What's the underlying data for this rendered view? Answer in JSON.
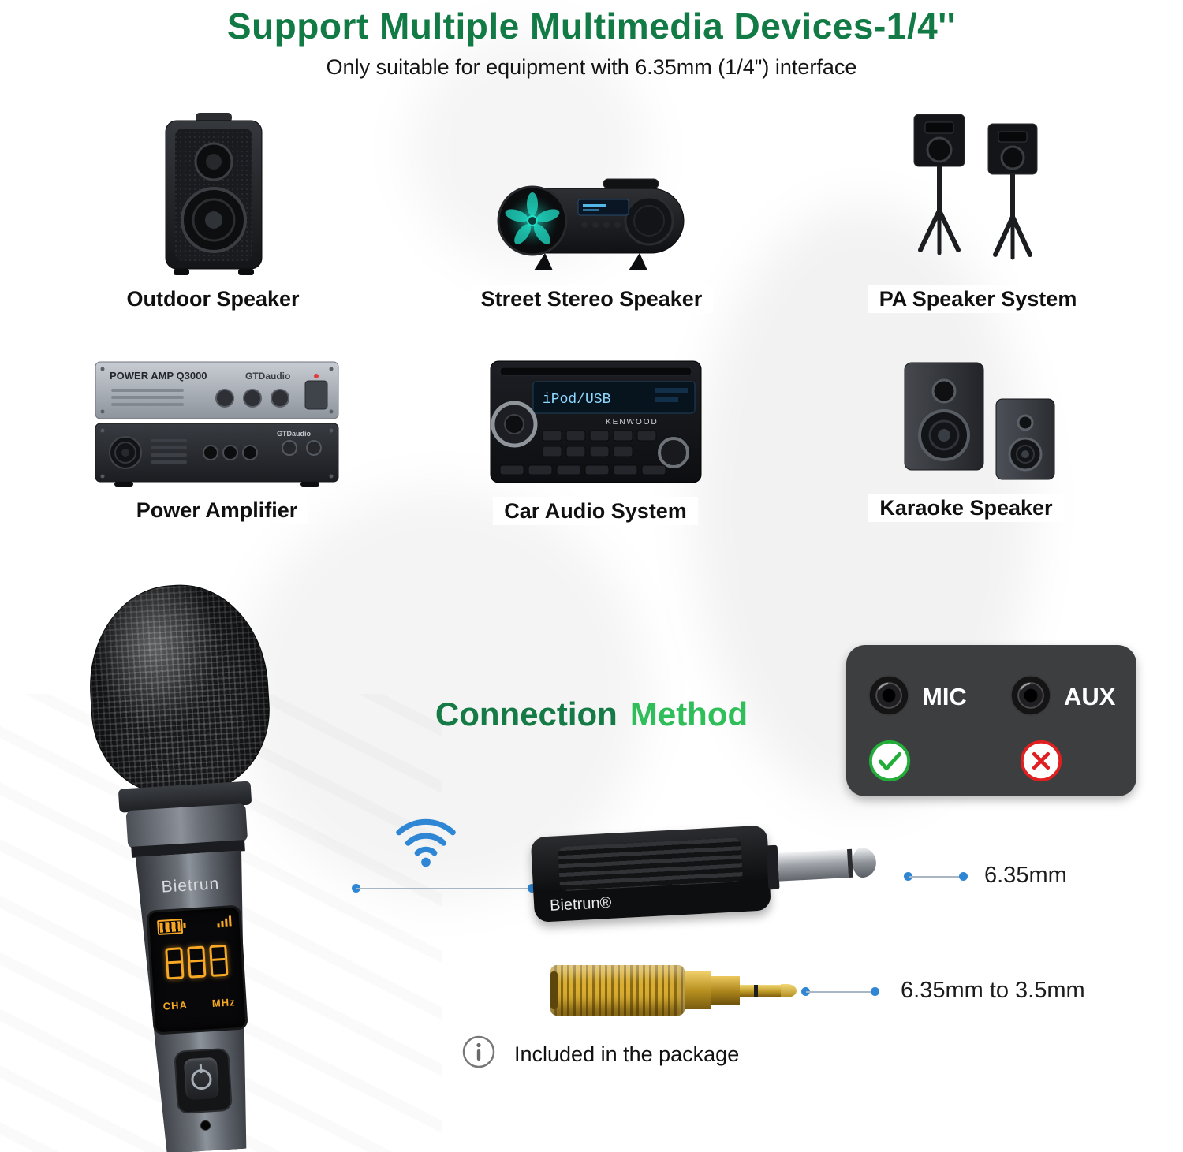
{
  "page": {
    "title": "Support Multiple Multimedia Devices-1/4''",
    "subtitle": "Only suitable for equipment with 6.35mm (1/4\") interface"
  },
  "devices": [
    {
      "label": "Outdoor Speaker"
    },
    {
      "label": "Street Stereo Speaker"
    },
    {
      "label": "PA Speaker System"
    },
    {
      "label": "Power Amplifier",
      "panel_text": "POWER AMP Q3000",
      "brand": "GTDaudio"
    },
    {
      "label": "Car Audio System",
      "display_text": "iPod/USB",
      "brand": "KENWOOD"
    },
    {
      "label": "Karaoke Speaker"
    }
  ],
  "connection": {
    "heading": [
      "Connection",
      "Method"
    ]
  },
  "panel": {
    "mic_label": "MIC",
    "aux_label": "AUX"
  },
  "mic": {
    "brand": "Bietrun",
    "display": {
      "channel_label": "CHA",
      "frequency_label": "MHz"
    }
  },
  "receiver": {
    "brand": "Bietrun®"
  },
  "callouts": {
    "jack_size": "6.35mm",
    "adapter": "6.35mm to 3.5mm",
    "note": "Included in the package"
  },
  "colors": {
    "title_green": "#117a45",
    "method_green": "#2fbe59",
    "check_green": "#22ac38",
    "cross_red": "#e02020",
    "wifi_blue": "#2e86d5",
    "led_orange": "#f6a825"
  }
}
